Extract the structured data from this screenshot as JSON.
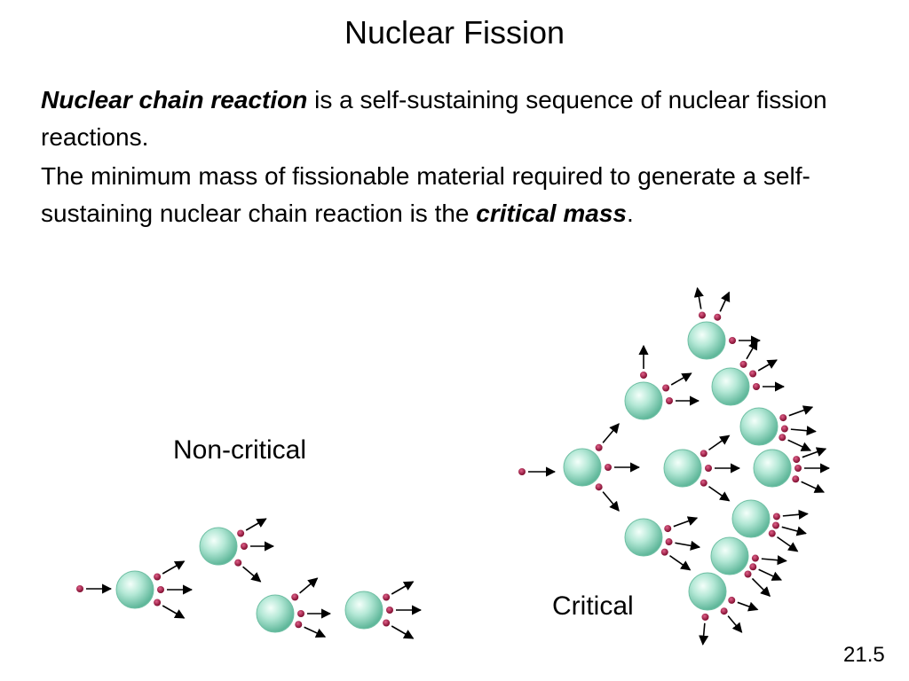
{
  "title": "Nuclear Fission",
  "paragraph1": {
    "term": "Nuclear chain reaction",
    "rest": " is a self-sustaining sequence of nuclear fission reactions."
  },
  "paragraph2": {
    "text": "The minimum mass of fissionable material required to generate a self-sustaining nuclear chain reaction is the ",
    "term": "critical mass",
    "end": "."
  },
  "labels": {
    "noncritical": "Non-critical",
    "critical": "Critical"
  },
  "slide_number": "21.5",
  "colors": {
    "nucleus": "#8fd6bf",
    "neutron": "#a3143c",
    "arrow": "#000000"
  },
  "icons": {
    "nucleus": "nucleus-sphere",
    "neutron": "neutron-dot",
    "arrow": "arrow"
  }
}
